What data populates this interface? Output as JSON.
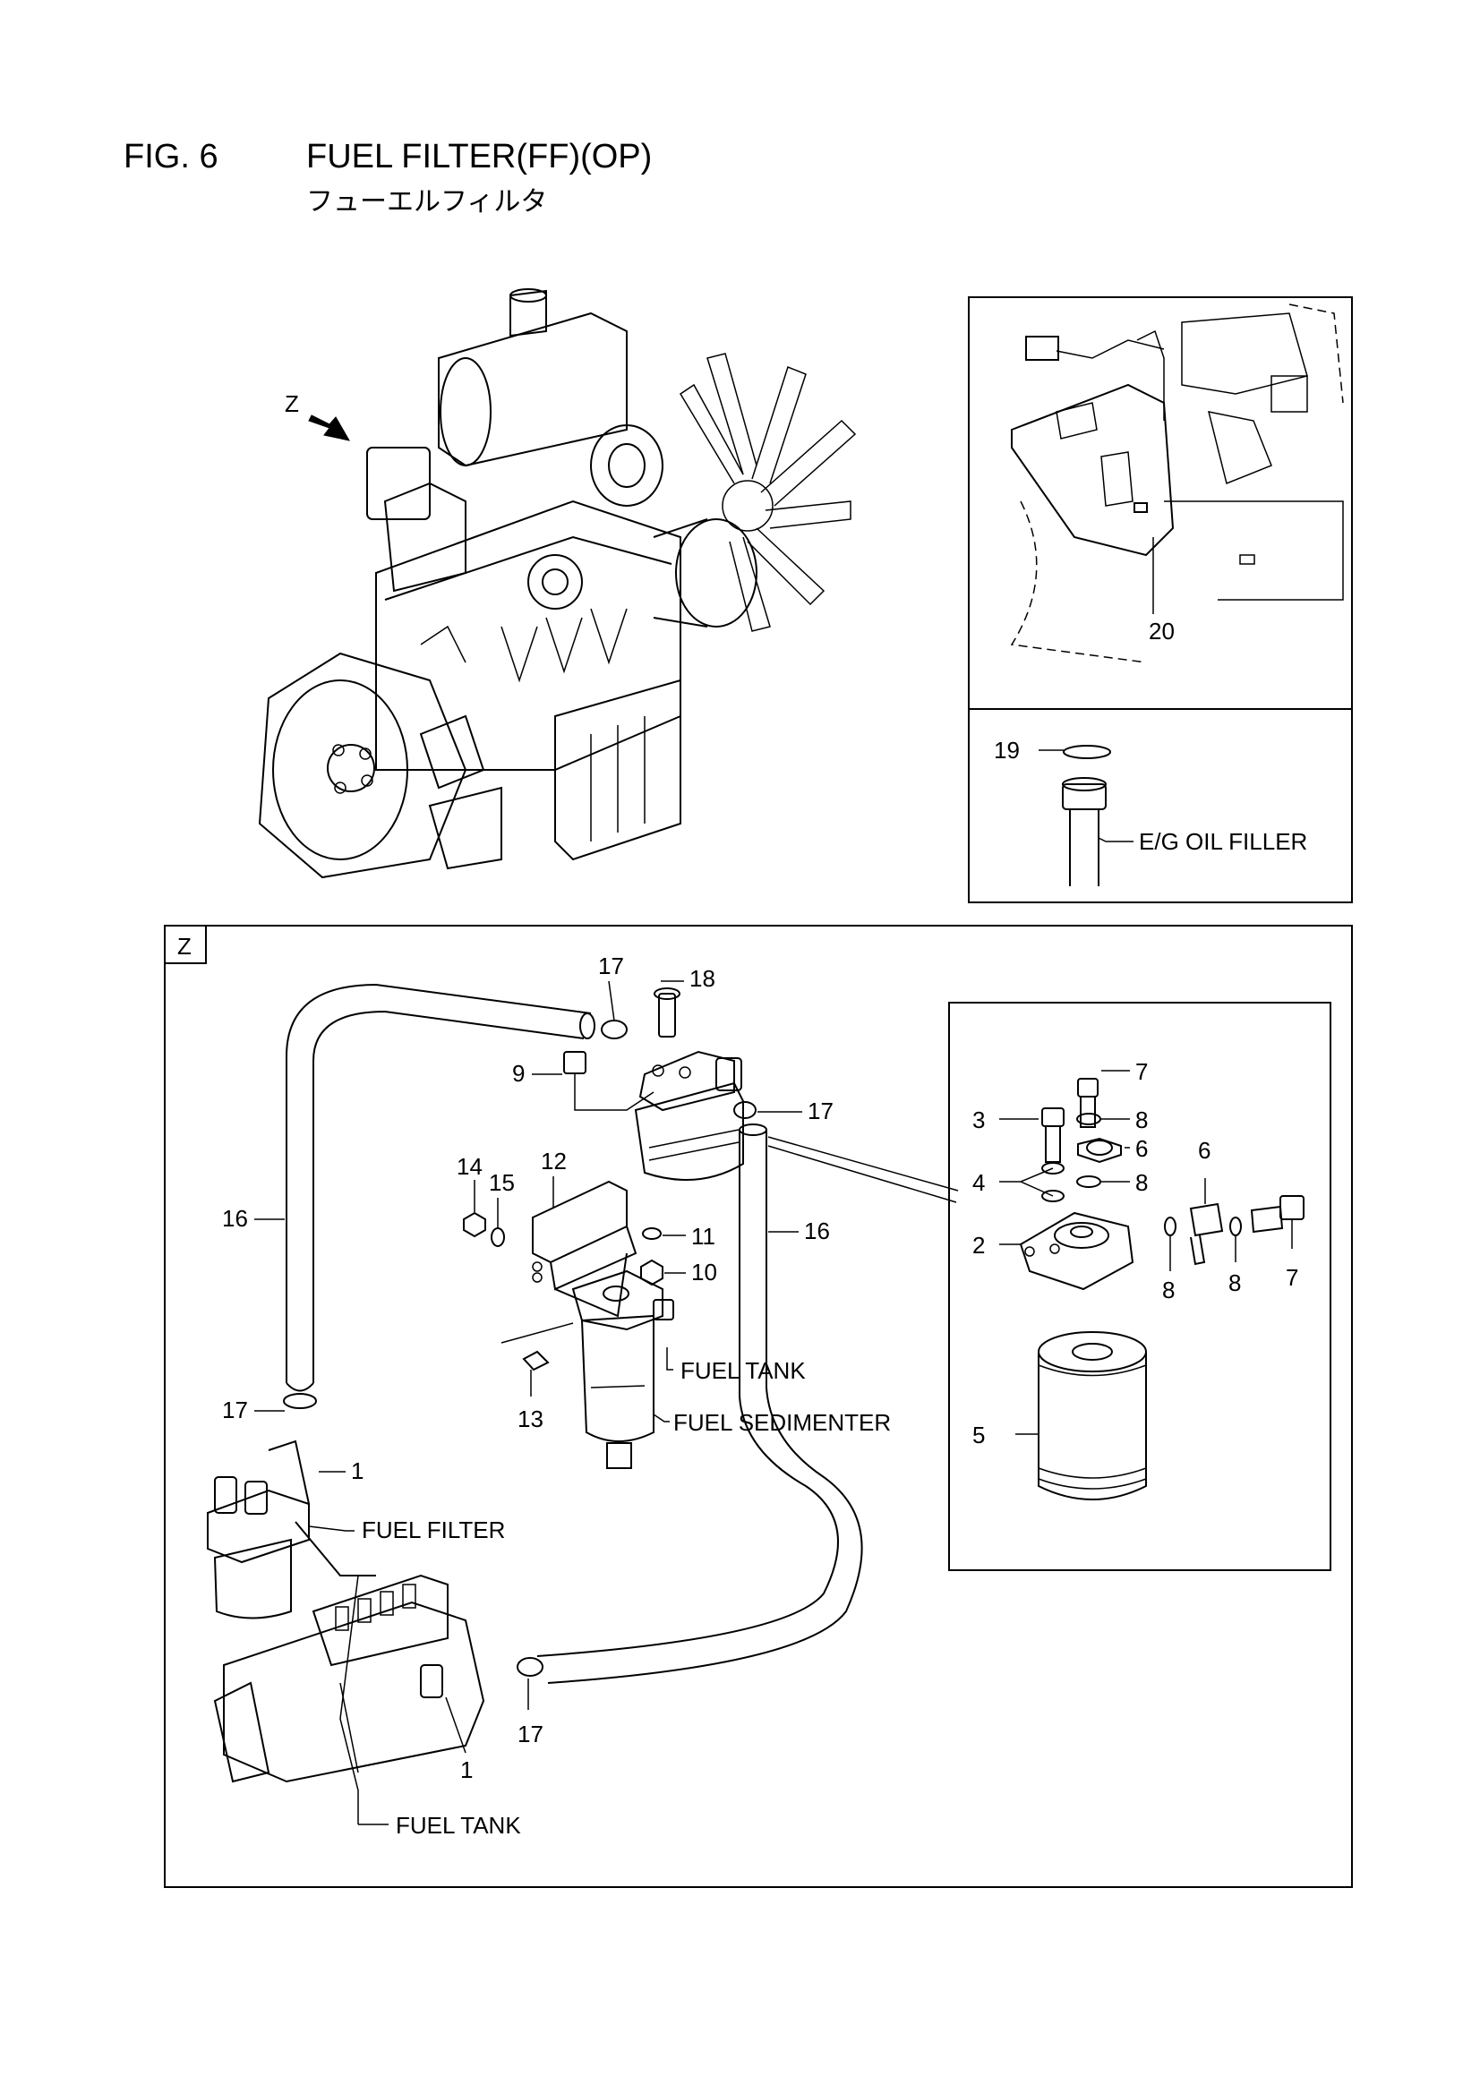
{
  "header": {
    "fig_number": "FIG. 6",
    "title": "FUEL FILTER(FF)(OP)",
    "subtitle": "フューエルフィルタ"
  },
  "engine_view": {
    "arrow_label": "Z"
  },
  "detail_top": {
    "callout_20": "20"
  },
  "detail_oil": {
    "callout_19": "19",
    "oil_filler_label": "E/G OIL FILLER"
  },
  "z_view": {
    "frame_label": "Z",
    "labels": {
      "fuel_tank_upper": "FUEL TANK",
      "fuel_sedimenter": "FUEL SEDIMENTER",
      "fuel_filter": "FUEL FILTER",
      "fuel_tank_lower": "FUEL TANK"
    },
    "callouts": {
      "c17_top": "17",
      "c18": "18",
      "c9": "9",
      "c17_right": "17",
      "c14": "14",
      "c15": "15",
      "c12": "12",
      "c11": "11",
      "c10": "10",
      "c16_left": "16",
      "c16_right": "16",
      "c13": "13",
      "c17_left": "17",
      "c1_top": "1",
      "c17_bottom": "17",
      "c1_bottom": "1"
    }
  },
  "filter_detail": {
    "callouts": {
      "c7_top": "7",
      "c3": "3",
      "c8_a": "8",
      "c6_a": "6",
      "c6_b": "6",
      "c4": "4",
      "c8_b": "8",
      "c2": "2",
      "c8_c": "8",
      "c8_d": "8",
      "c7_right": "7",
      "c5": "5"
    }
  }
}
